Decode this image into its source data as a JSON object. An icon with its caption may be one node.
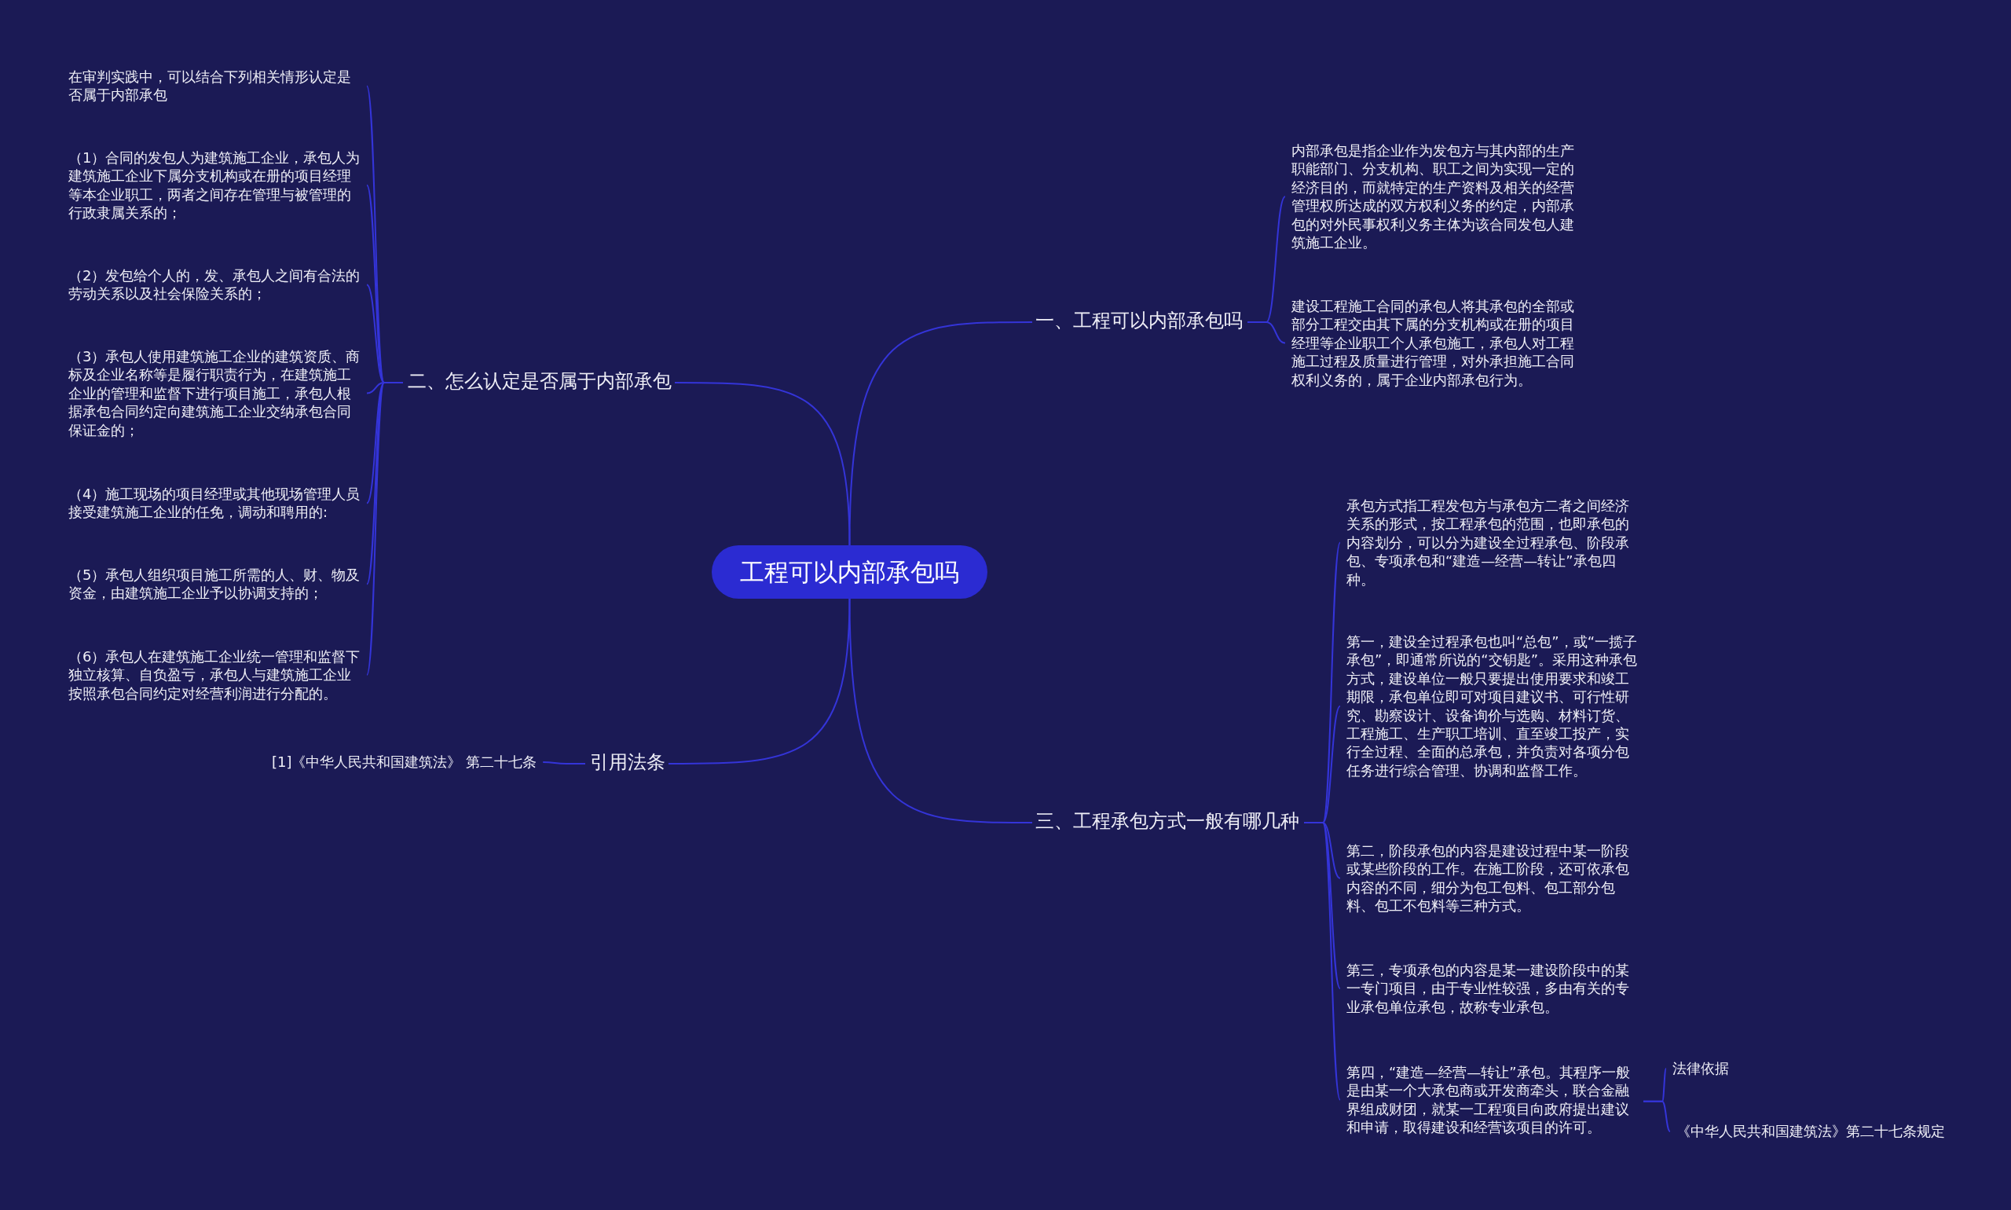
{
  "diagram": {
    "nodes": [
      {
        "text": [
          "工程可以内部承包吗"
        ]
      },
      {
        "text": [
          "一、工程可以内部承包吗"
        ]
      },
      {
        "text": [
          "内部承包是指企业作为发包方与其内部的生产职能部门、分支机构、职工之间为实现一定的经济目的，而就特定的生产资料及相关的经营管理权所达成的双方权利义务的约定，内部承包的对外民事权利义务主体为该合同发包人建筑施工企业。"
        ]
      },
      {
        "text": [
          "建设工程施工合同的承包人将其承包的全部或部分工程交由其下属的分支机构或在册的项目经理等企业职工个人承包施工，承包人对工程施工过程及质量进行管理，对外承担施工合同权利义务的，属于企业内部承包行为。"
        ]
      },
      {
        "text": [
          "二、怎么认定是否属于内部承包"
        ]
      },
      {
        "text": [
          "在审判实践中，可以结合下列相关情形认定是否属于内部承包"
        ]
      },
      {
        "text": [
          "（1）合同的发包人为建筑施工企业，承包人为建筑施工企业下属分支机构或在册的项目经理等本企业职工，两者之间存在管理与被管理的行政隶属关系的；"
        ]
      },
      {
        "text": [
          "（2）发包给个人的，发、承包人之间有合法的劳动关系以及社会保险关系的；"
        ]
      },
      {
        "text": [
          "（3）承包人使用建筑施工企业的建筑资质、商标及企业名称等是履行职责行为，在建筑施工企业的管理和监督下进行项目施工，承包人根据承包合同约定向建筑施工企业交纳承包合同保证金的；"
        ]
      },
      {
        "text": [
          "（4）施工现场的项目经理或其他现场管理人员接受建筑施工企业的任免，调动和聘用的:"
        ]
      },
      {
        "text": [
          "（5）承包人组织项目施工所需的人、财、物及资金，由建筑施工企业予以协调支持的；"
        ]
      },
      {
        "text": [
          "（6）承包人在建筑施工企业统一管理和监督下独立核算、自负盈亏，承包人与建筑施工企业按照承包合同约定对经营利润进行分配的。"
        ]
      },
      {
        "text": [
          "引用法条"
        ]
      },
      {
        "text": [
          "[1]《中华人民共和国建筑法》 第二十七条"
        ]
      },
      {
        "text": [
          "三、工程承包方式一般有哪几种"
        ]
      },
      {
        "text": [
          "承包方式指工程发包方与承包方二者之间经济关系的形式，按工程承包的范围，也即承包的内容划分，可以分为建设全过程承包、阶段承包、专项承包和“建造—经营—转让”承包四种。"
        ]
      },
      {
        "text": [
          "第一，建设全过程承包也叫“总包”，或“一揽子承包”，即通常所说的“交钥匙”。采用这种承包方式，建设单位一般只要提出使用要求和竣工期限，承包单位即可对项目建议书、可行性研究、勘察设计、设备询价与选购、材料订货、工程施工、生产职工培训、直至竣工投产，实行全过程、全面的总承包，并负责对各项分包任务进行综合管理、协调和监督工作。"
        ]
      },
      {
        "text": [
          "第二，阶段承包的内容是建设过程中某一阶段或某些阶段的工作。在施工阶段，还可依承包内容的不同，细分为包工包料、包工部分包料、包工不包料等三种方式。"
        ]
      },
      {
        "text": [
          "第三，专项承包的内容是某一建设阶段中的某一专门项目，由于专业性较强，多由有关的专业承包单位承包，故称专业承包。"
        ]
      },
      {
        "text": [
          "第四，“建造—经营—转让”承包。其程序一般是由某一个大承包商或开发商牵头，联合金融界组成财团，就某一工程项目向政府提出建议和申请，取得建设和经营该项目的许可。"
        ]
      },
      {
        "text": [
          "法律依据"
        ]
      },
      {
        "text": [
          "《中华人民共和国建筑法》第二十七条规定"
        ]
      }
    ],
    "edges": [
      {
        "from": 0,
        "to": 1,
        "arrow": "none"
      },
      {
        "from": 1,
        "to": 2,
        "arrow": "none"
      },
      {
        "from": 1,
        "to": 3,
        "arrow": "none"
      },
      {
        "from": 0,
        "to": 4,
        "arrow": "none"
      },
      {
        "from": 4,
        "to": 5,
        "arrow": "none"
      },
      {
        "from": 4,
        "to": 6,
        "arrow": "none"
      },
      {
        "from": 4,
        "to": 7,
        "arrow": "none"
      },
      {
        "from": 4,
        "to": 8,
        "arrow": "none"
      },
      {
        "from": 4,
        "to": 9,
        "arrow": "none"
      },
      {
        "from": 4,
        "to": 10,
        "arrow": "none"
      },
      {
        "from": 4,
        "to": 11,
        "arrow": "none"
      },
      {
        "from": 0,
        "to": 12,
        "arrow": "none"
      },
      {
        "from": 12,
        "to": 13,
        "arrow": "none"
      },
      {
        "from": 0,
        "to": 14,
        "arrow": "none"
      },
      {
        "from": 14,
        "to": 15,
        "arrow": "none"
      },
      {
        "from": 14,
        "to": 16,
        "arrow": "none"
      },
      {
        "from": 14,
        "to": 17,
        "arrow": "none"
      },
      {
        "from": 14,
        "to": 18,
        "arrow": "none"
      },
      {
        "from": 14,
        "to": 19,
        "arrow": "none"
      },
      {
        "from": 19,
        "to": 20,
        "arrow": "none"
      },
      {
        "from": 19,
        "to": 21,
        "arrow": "none"
      }
    ]
  }
}
